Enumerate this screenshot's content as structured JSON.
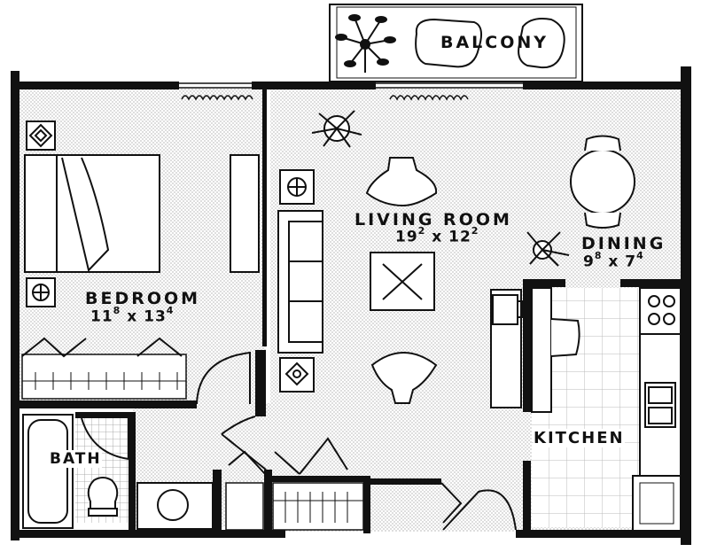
{
  "colors": {
    "wall": "#111111",
    "floor_dots": "#888888",
    "paper": "#ffffff"
  },
  "rooms": {
    "balcony": {
      "name": "BALCONY"
    },
    "living": {
      "name": "LIVING ROOM",
      "dim_a": "19",
      "dim_a_sup": "2",
      "dim_b": "x 12",
      "dim_b_sup": "2"
    },
    "dining": {
      "name": "DINING",
      "dim_a": "9",
      "dim_a_sup": "8",
      "dim_b": "x 7",
      "dim_b_sup": "4"
    },
    "bedroom": {
      "name": "BEDROOM",
      "dim_a": "11",
      "dim_a_sup": "8",
      "dim_b": "x 13",
      "dim_b_sup": "4"
    },
    "bath": {
      "name": "BATH"
    },
    "kitchen": {
      "name": "KITCHEN"
    }
  }
}
